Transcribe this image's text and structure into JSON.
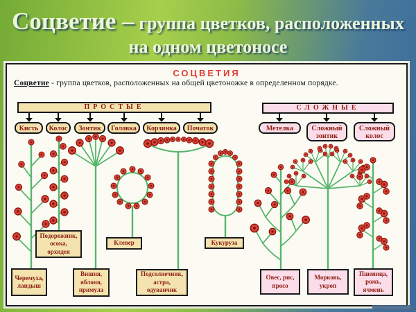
{
  "slide": {
    "title_emphasis": "Соцветие –",
    "title_rest": " группа цветков, расположенных",
    "title_line2": "на одном цветоносе"
  },
  "poster": {
    "heading": "СОЦВЕТИЯ",
    "definition_term": "Соцветие",
    "definition_rest": " - группа цветков, расположенных на общей цветоножке в определенном порядке."
  },
  "taxonomy": {
    "simple": {
      "header": "ПРОСТЫЕ",
      "items": [
        {
          "label": "Кисть"
        },
        {
          "label": "Колос"
        },
        {
          "label": "Зонтик"
        },
        {
          "label": "Головка"
        },
        {
          "label": "Корзинка"
        },
        {
          "label": "Початок"
        }
      ]
    },
    "complex": {
      "header": "СЛОЖНЫЕ",
      "items": [
        {
          "label": "Метелка"
        },
        {
          "label": "Сложный\nзонтик"
        },
        {
          "label": "Сложный\nколос"
        }
      ]
    }
  },
  "examples": {
    "mid": [
      {
        "label": "Подорожник,\nосока,\nорхидея"
      },
      {
        "label": "Клевер"
      },
      {
        "label": "Кукуруза"
      }
    ],
    "bottom": [
      {
        "label": "Черемуха,\nландыш"
      },
      {
        "label": "Вишня,\nяблоня,\nпримула"
      },
      {
        "label": "Подсолнечник,\nастра,\nодуванчик"
      },
      {
        "label": "Овес, рис,\nпросо"
      },
      {
        "label": "Морковь,\nукроп"
      },
      {
        "label": "Пшеница,\nрожь,\nячмень"
      }
    ]
  },
  "colors": {
    "header_green": "#7eb33c",
    "header_blue": "#386a9e",
    "heading_red": "#e23a2e",
    "simple_fill": "#f4e3ae",
    "complex_fill": "#fadde8",
    "label_text": "#8e1d14",
    "stem_green": "#57b56b",
    "flower_red": "#dc4337"
  }
}
